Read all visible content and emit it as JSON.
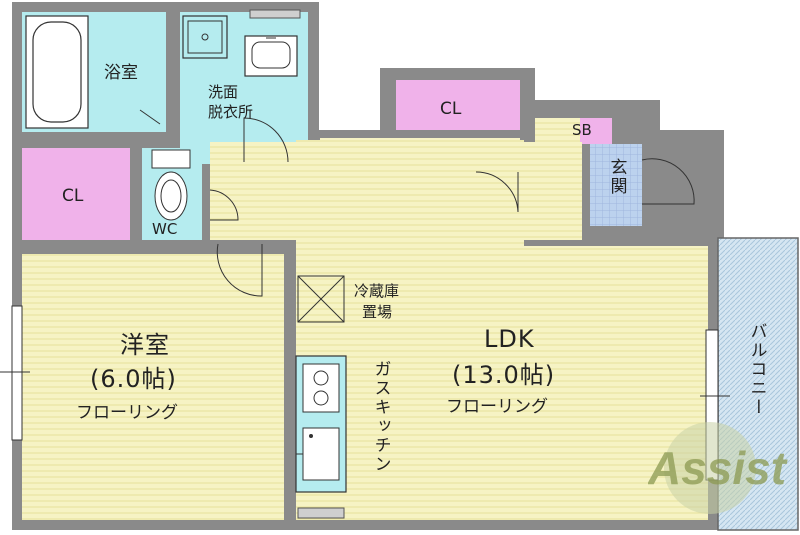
{
  "rooms": {
    "bath": "浴室",
    "washroom_line1": "洗面",
    "washroom_line2": "脱衣所",
    "cl_left": "CL",
    "wc": "WC",
    "cl_top": "CL",
    "sb": "SB",
    "entrance": "玄関",
    "western_name": "洋室",
    "western_size": "(6.0帖)",
    "western_floor": "フローリング",
    "ldk_name": "LDK",
    "ldk_size": "(13.0帖)",
    "ldk_floor": "フローリング",
    "fridge_line1": "冷蔵庫",
    "fridge_line2": "置場",
    "kitchen": "ガスキッチン",
    "balcony": "バルコニー"
  },
  "logo": {
    "text": "Assist"
  },
  "colors": {
    "floor": "#f6f3c4",
    "wet": "#b5ecef",
    "closet": "#f0b2ea",
    "entrance": "#bcd2ee",
    "wall": "#8a8a8a"
  }
}
